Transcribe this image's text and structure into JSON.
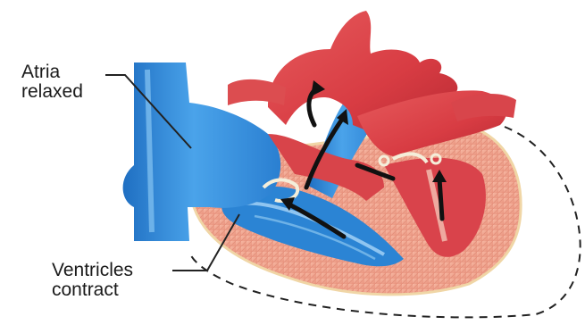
{
  "labels": {
    "atria": {
      "line1": "Atria",
      "line2": "relaxed"
    },
    "ventricles": {
      "line1": "Ventricles",
      "line2": "contract"
    }
  },
  "colors": {
    "background": "#ffffff",
    "deoxygenated_blue": "#2f86d6",
    "oxygenated_red": "#e0474c",
    "myocardium": "#f2a48e",
    "valves": "#f4eeda",
    "flow_arrows": "#111111",
    "pericardium_dashed": "#222222"
  },
  "icons": {
    "flow": "black-curved-arrow"
  }
}
